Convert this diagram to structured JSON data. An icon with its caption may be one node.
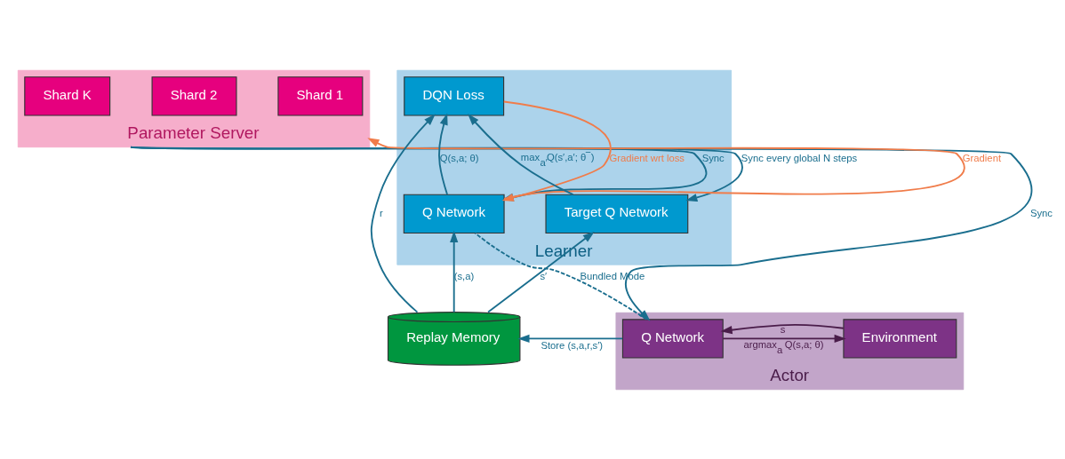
{
  "diagram": {
    "nodes": [
      {
        "text": [
          "Parameter Server"
        ]
      },
      {
        "text": [
          "Shard 1"
        ],
        "in": 0
      },
      {
        "text": [
          "Shard 2"
        ],
        "in": 0
      },
      {
        "text": [
          "Shard K"
        ],
        "in": 0
      },
      {
        "text": [
          "Learner"
        ]
      },
      {
        "text": [
          "DQN Loss"
        ],
        "in": 4
      },
      {
        "text": [
          "Q Network"
        ],
        "in": 4
      },
      {
        "text": [
          "Target Q Network"
        ],
        "in": 4
      },
      {
        "text": [
          "Actor"
        ]
      },
      {
        "text": [
          "Environment"
        ],
        "in": 8
      },
      {
        "text": [
          "Q Network"
        ],
        "in": 8
      },
      {
        "text": [
          "Replay Memory"
        ]
      }
    ],
    "edges": [
      {
        "from": 0,
        "to": 7,
        "arrow": "to",
        "label": "Sync every global N steps"
      },
      {
        "from": 0,
        "to": 6,
        "arrow": "to",
        "label": "Sync"
      },
      {
        "from": 6,
        "to": 0,
        "arrow": "to",
        "label": "Gradient",
        "color": "#f07c4a"
      },
      {
        "from": 0,
        "to": 10,
        "arrow": "to",
        "label": "Sync"
      },
      {
        "from": 5,
        "to": 6,
        "arrow": "to",
        "label": "Gradient wrt loss",
        "color": "#f07c4a"
      },
      {
        "from": 6,
        "to": 5,
        "arrow": "to",
        "label": "Q(s,a; θ)"
      },
      {
        "from": 11,
        "to": 5,
        "arrow": "to",
        "label": "r"
      },
      {
        "from": 7,
        "to": 5,
        "arrow": "to",
        "label": "max$_{a′}$Q(s′,a′; θ$^{−}$)"
      },
      {
        "from": 11,
        "to": 6,
        "arrow": "to",
        "label": "(s,a)"
      },
      {
        "from": 11,
        "to": 7,
        "arrow": "to",
        "label": "s′"
      },
      {
        "from": 10,
        "to": 6,
        "arrow": "none",
        "style": "dashed",
        "label": "Bundled Mode"
      },
      {
        "from": 10,
        "to": 9,
        "arrow": "to",
        "label": "argmax$_{a}$ Q(s,a; θ)",
        "color": "#4a1d4a"
      },
      {
        "from": 9,
        "to": 10,
        "arrow": "to",
        "label": "s",
        "color": "#4a1d4a"
      },
      {
        "from": 10,
        "to": 11,
        "arrow": "to",
        "label": "Store (s,a,r,s′)"
      }
    ]
  }
}
